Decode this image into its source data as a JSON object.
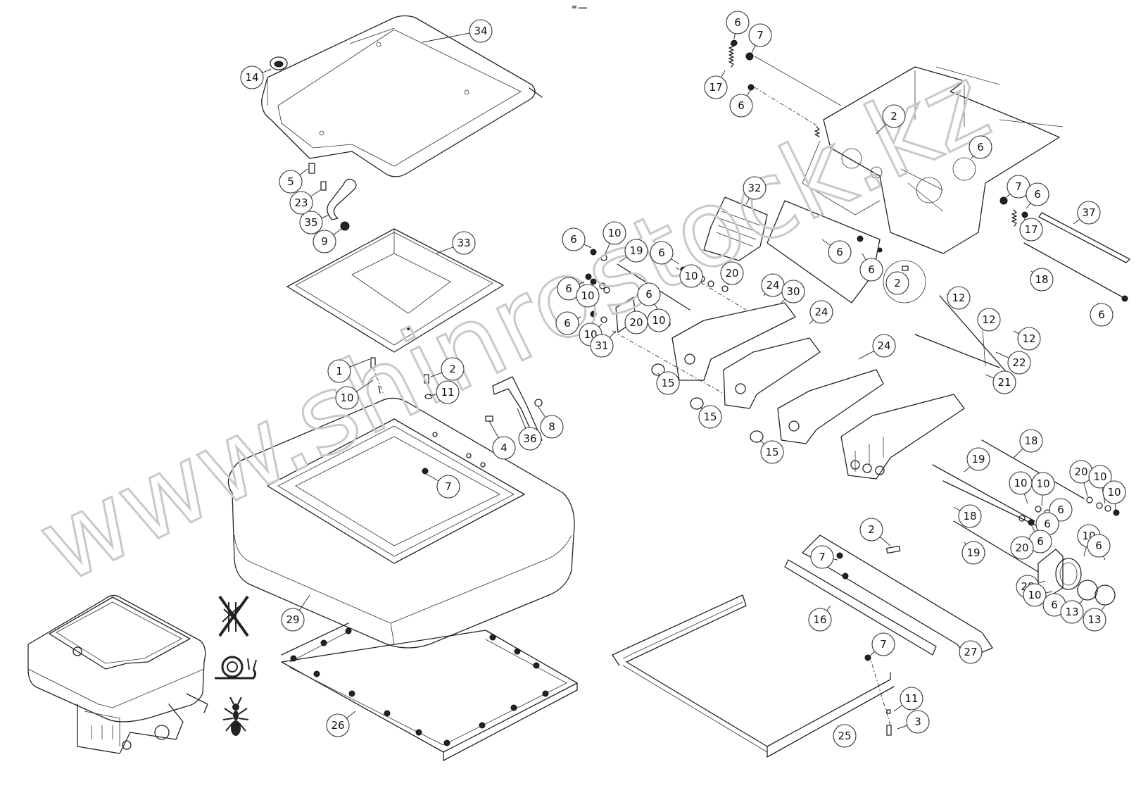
{
  "watermark": {
    "text": "www.shinrostock.kz",
    "color": "#cccccc"
  },
  "callouts": [
    {
      "label": "34"
    },
    {
      "label": "14"
    },
    {
      "label": "5"
    },
    {
      "label": "23"
    },
    {
      "label": "35"
    },
    {
      "label": "9"
    },
    {
      "label": "33"
    },
    {
      "label": "1"
    },
    {
      "label": "10"
    },
    {
      "label": "2"
    },
    {
      "label": "11"
    },
    {
      "label": "4"
    },
    {
      "label": "36"
    },
    {
      "label": "8"
    },
    {
      "label": "7"
    },
    {
      "label": "29"
    },
    {
      "label": "26"
    },
    {
      "label": "6"
    },
    {
      "label": "7"
    },
    {
      "label": "17"
    },
    {
      "label": "6"
    },
    {
      "label": "2"
    },
    {
      "label": "6"
    },
    {
      "label": "7"
    },
    {
      "label": "6"
    },
    {
      "label": "17"
    },
    {
      "label": "37"
    },
    {
      "label": "18"
    },
    {
      "label": "6"
    },
    {
      "label": "32"
    },
    {
      "label": "6"
    },
    {
      "label": "6"
    },
    {
      "label": "2"
    },
    {
      "label": "12"
    },
    {
      "label": "12"
    },
    {
      "label": "12"
    },
    {
      "label": "22"
    },
    {
      "label": "21"
    },
    {
      "label": "6"
    },
    {
      "label": "10"
    },
    {
      "label": "19"
    },
    {
      "label": "6"
    },
    {
      "label": "10"
    },
    {
      "label": "20"
    },
    {
      "label": "24"
    },
    {
      "label": "30"
    },
    {
      "label": "6"
    },
    {
      "label": "10"
    },
    {
      "label": "6"
    },
    {
      "label": "10"
    },
    {
      "label": "6"
    },
    {
      "label": "10"
    },
    {
      "label": "20"
    },
    {
      "label": "31"
    },
    {
      "label": "24"
    },
    {
      "label": "24"
    },
    {
      "label": "15"
    },
    {
      "label": "15"
    },
    {
      "label": "15"
    },
    {
      "label": "18"
    },
    {
      "label": "19"
    },
    {
      "label": "20"
    },
    {
      "label": "10"
    },
    {
      "label": "10"
    },
    {
      "label": "6"
    },
    {
      "label": "10"
    },
    {
      "label": "10"
    },
    {
      "label": "6"
    },
    {
      "label": "18"
    },
    {
      "label": "6"
    },
    {
      "label": "20"
    },
    {
      "label": "19"
    },
    {
      "label": "10"
    },
    {
      "label": "6"
    },
    {
      "label": "28"
    },
    {
      "label": "10"
    },
    {
      "label": "6"
    },
    {
      "label": "13"
    },
    {
      "label": "13"
    },
    {
      "label": "2"
    },
    {
      "label": "7"
    },
    {
      "label": "16"
    },
    {
      "label": "27"
    },
    {
      "label": "7"
    },
    {
      "label": "11"
    },
    {
      "label": "3"
    },
    {
      "label": "25"
    }
  ],
  "icons": [
    "no-insects-icon",
    "snail-icon",
    "ant-icon"
  ]
}
